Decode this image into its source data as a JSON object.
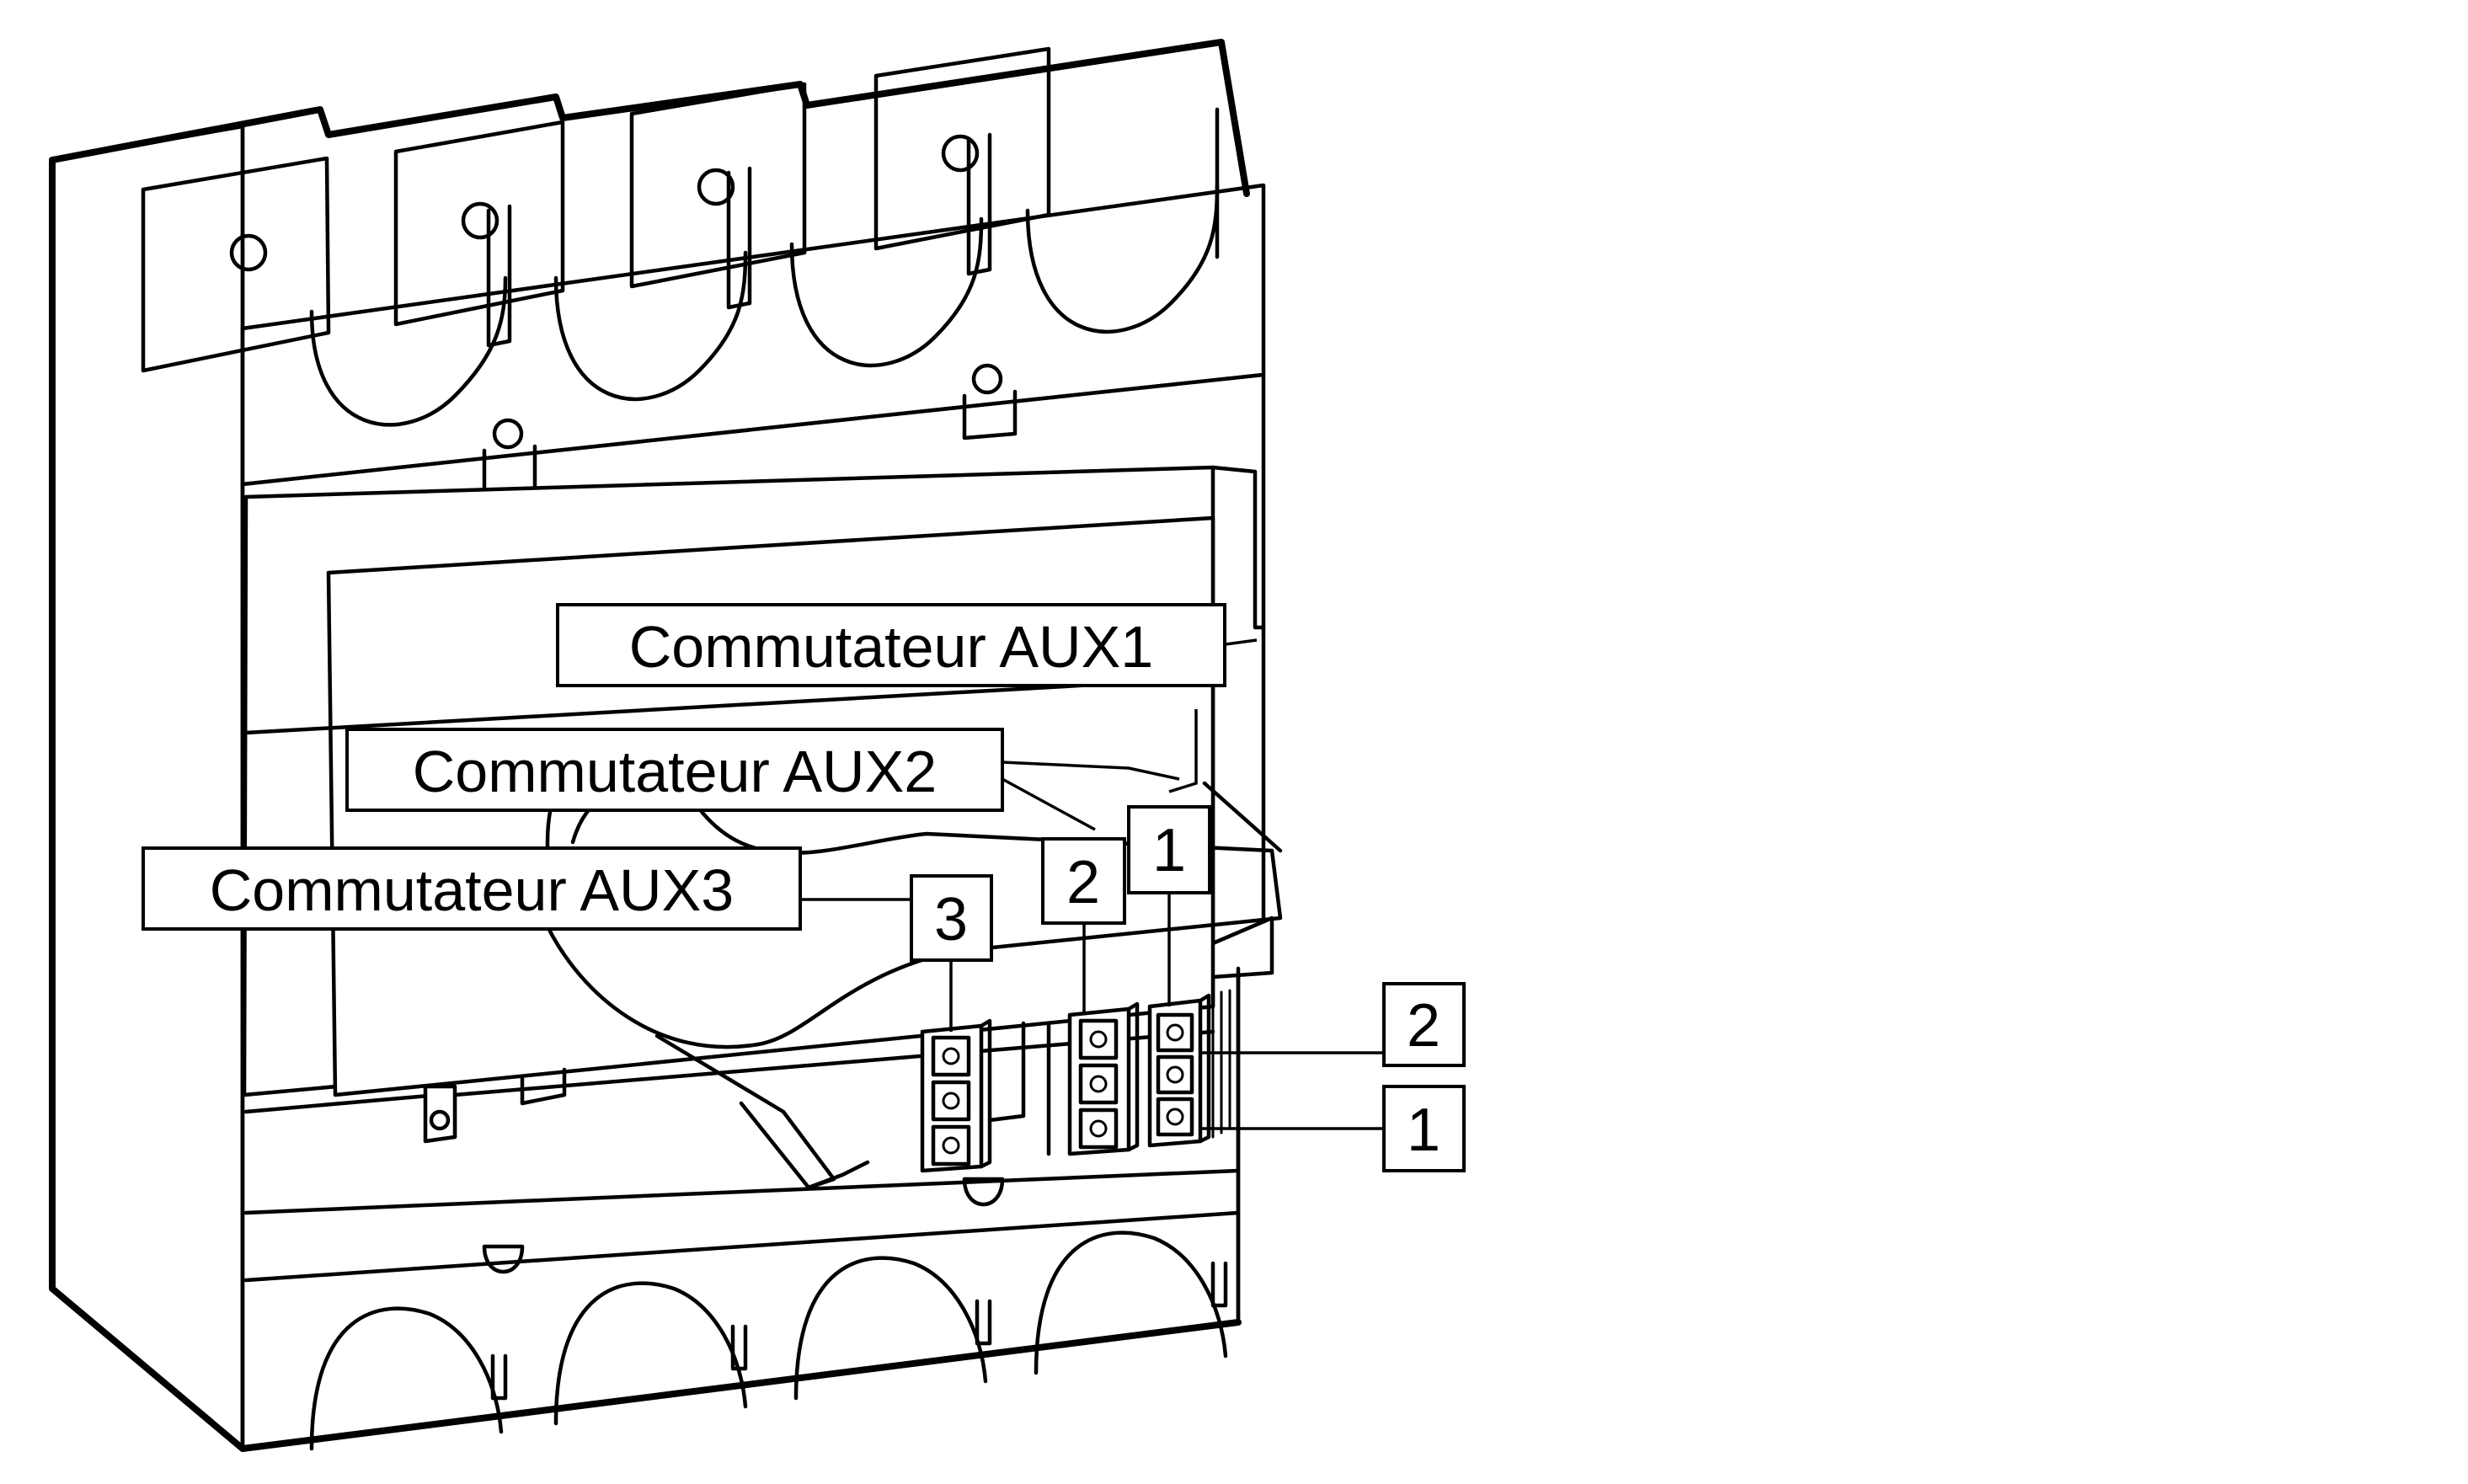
{
  "callouts": {
    "aux1_label": "Commutateur AUX1",
    "aux2_label": "Commutateur AUX2",
    "aux3_label": "Commutateur AUX3",
    "slot_1": "1",
    "slot_2": "2",
    "slot_3": "3",
    "terminal_2": "2",
    "terminal_1": "1"
  },
  "colors": {
    "line": "#000000",
    "background": "#ffffff"
  }
}
